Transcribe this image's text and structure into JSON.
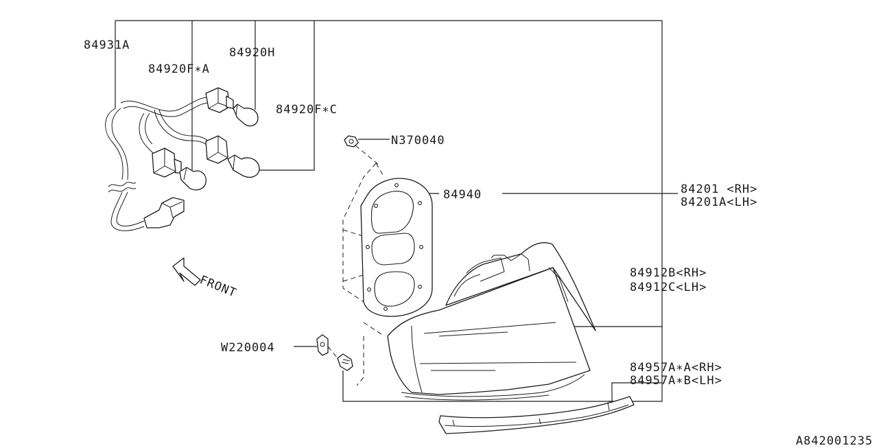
{
  "diagram": {
    "labels": {
      "p84931A": "84931A",
      "p84920F_A": "84920F∗A",
      "p84920H": "84920H",
      "p84920F_C": "84920F∗C",
      "pN370040": "N370040",
      "p84940": "84940",
      "p84201_rh": "84201 <RH>",
      "p84201A_lh": "84201A<LH>",
      "p84912B_rh": "84912B<RH>",
      "p84912C_lh": "84912C<LH>",
      "pW220004": "W220004",
      "p84957A_A_rh": "84957A∗A<RH>",
      "p84957A_B_lh": "84957A∗B<LH>",
      "front": "FRONT",
      "figure_code": "A842001235"
    },
    "icons": {
      "front_arrow": "front-arrow-icon"
    },
    "colors": {
      "line": "#1a1a1a",
      "background": "#ffffff"
    }
  }
}
